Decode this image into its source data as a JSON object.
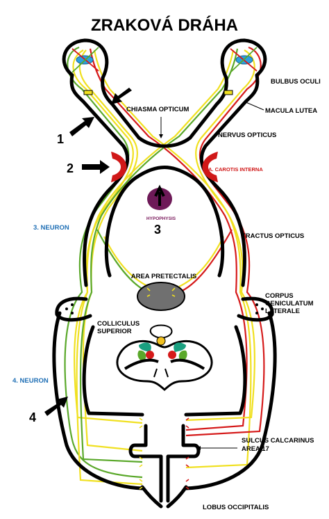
{
  "title": "ZRAKOVÁ DRÁHA",
  "labels": {
    "bulbus_oculi": "BULBUS OCULI",
    "macula_lutea": "MACULA LUTEA",
    "chiasma_opticum": "CHIASMA OPTICUM",
    "nervus_opticus": "NERVUS OPTICUS",
    "a_carotis_interna": "A. CAROTIS INTERNA",
    "hypophysis": "HYPOPHYSIS",
    "tractus_opticus": "TRACTUS OPTICUS",
    "neuron3": "3. NEURON",
    "area_pretectalis": "AREA PRETECTALIS",
    "corpus_line1": "CORPUS",
    "corpus_line2": "GENICULATUM",
    "corpus_line3": "LATERALE",
    "colliculus_line1": "COLLICULUS",
    "colliculus_line2": "SUPERIOR",
    "neuron4": "4. NEURON",
    "sulcus_line1": "SULCUS CALCARINUS",
    "sulcus_line2": "AREA 17",
    "lobus_occipitalis": "LOBUS OCCIPITALIS"
  },
  "markers": {
    "m1": "1",
    "m2": "2",
    "m3": "3",
    "m4": "4"
  },
  "colors": {
    "outline": "#000000",
    "yellow_fibres": "#f0e020",
    "green_fibres": "#5aa82a",
    "red_fibres": "#d51a1a",
    "artery": "#d01818",
    "lens": "#2aa0e0",
    "hypophysis": "#6e1a58",
    "pretectal_area": "#707070"
  }
}
